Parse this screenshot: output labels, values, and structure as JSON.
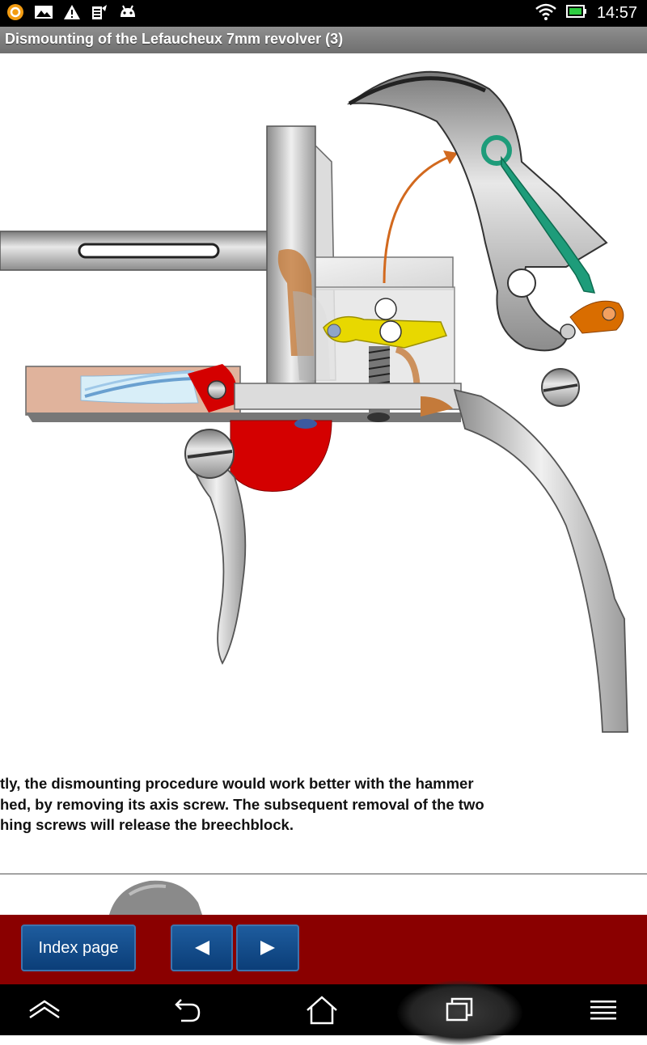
{
  "status_bar": {
    "time": "14:57",
    "icons_left": [
      "app-icon",
      "image-icon",
      "warning-icon",
      "sim-card-icon",
      "android-icon"
    ],
    "icons_right": [
      "wifi-icon",
      "battery-icon"
    ],
    "battery_color": "#2ecc40"
  },
  "header": {
    "title": "Dismounting of the Lefaucheux 7mm revolver (3)"
  },
  "figure": {
    "subject": "exploded view of revolver lockwork: hammer, trigger, main spring, breechblock",
    "colors": {
      "hammer_spring": "#1e9c7a",
      "pawl": "#e8d800",
      "arrow": "#d2691e",
      "trigger_cam": "#d40000",
      "roller": "#d96d00"
    }
  },
  "caption": {
    "lines": [
      "tly, the dismounting procedure would work better with the hammer",
      "hed, by removing its axis screw. The subsequent removal of the two",
      "hing screws will release the breechblock."
    ]
  },
  "navigation": {
    "index_label": "Index page",
    "prev_icon": "triangle-left-icon",
    "next_icon": "triangle-right-icon",
    "background_color": "#8a0000"
  },
  "system_nav": {
    "buttons": [
      "collapse-icon",
      "back-icon",
      "home-icon",
      "recents-icon",
      "menu-icon"
    ]
  }
}
